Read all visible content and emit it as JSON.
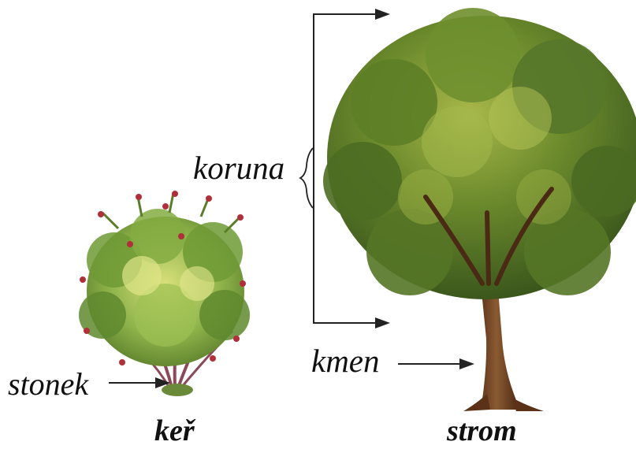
{
  "labels": {
    "koruna": "koruna",
    "kmen": "kmen",
    "stonek": "stonek",
    "ker": "keř",
    "strom": "strom"
  },
  "illustrations": [
    {
      "name": "shrub",
      "caption": "keř"
    },
    {
      "name": "tree",
      "caption": "strom"
    }
  ],
  "colors": {
    "text": "#111111",
    "line": "#222222",
    "foliage_dark": "#3f5a1c",
    "foliage_mid": "#6b8a2c",
    "foliage_light": "#a9b84a",
    "trunk": "#6b3b1f",
    "shrub_leaf": "#7fa63a",
    "berry": "#b0303a"
  }
}
